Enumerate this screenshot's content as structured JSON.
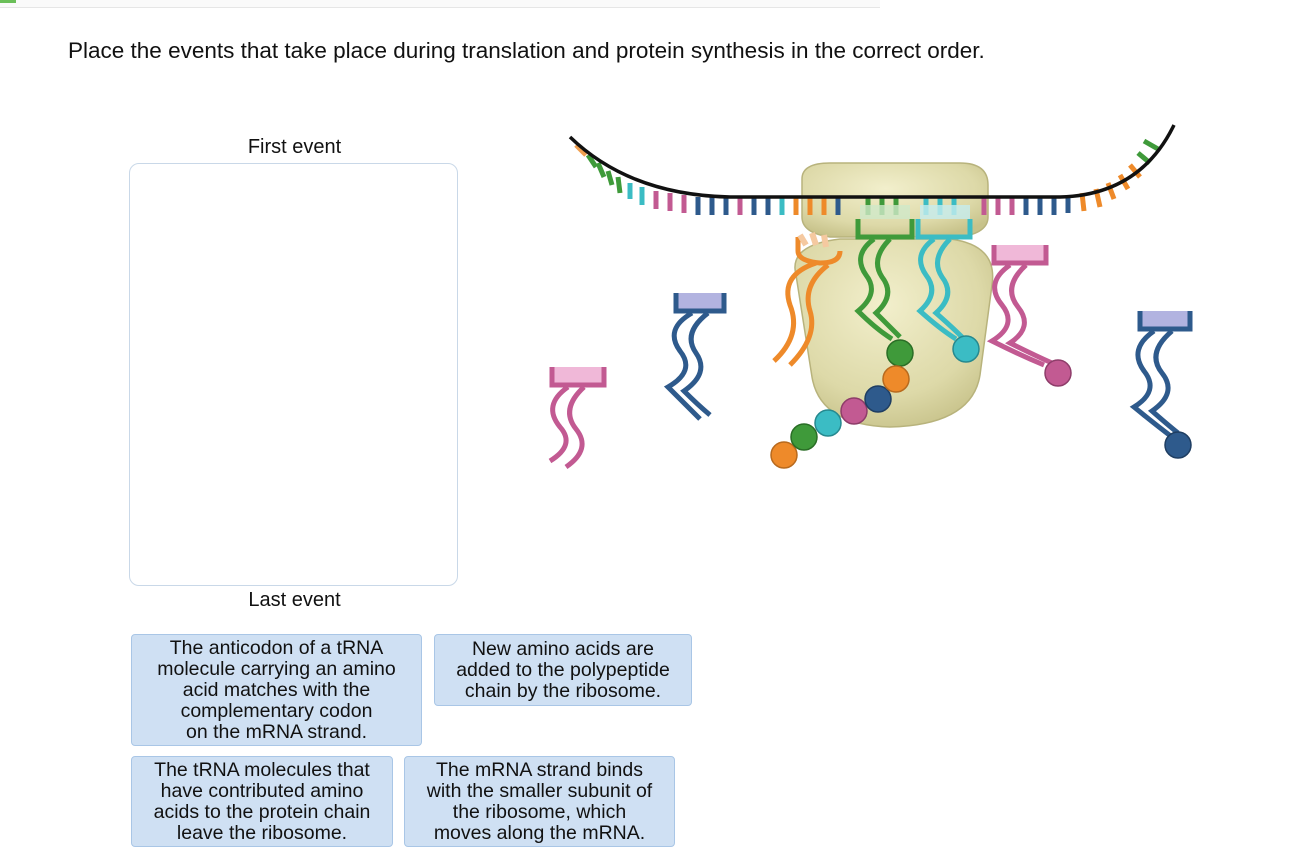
{
  "question": {
    "text": "Place the events that take place during translation and protein synthesis in the correct order."
  },
  "sequence": {
    "first_label": "First event",
    "last_label": "Last event"
  },
  "cards": [
    {
      "text": "The anticodon of a tRNA\nmolecule carrying an amino\nacid matches with the\ncomplementary codon\non the mRNA strand."
    },
    {
      "text": "New amino acids are\nadded to the polypeptide\nchain by the ribosome."
    },
    {
      "text": "The tRNA molecules that\nhave contributed amino\nacids to the protein chain\nleave the ribosome."
    },
    {
      "text": "The mRNA strand binds\nwith the smaller subunit of\nthe ribosome, which\nmoves along the mRNA."
    }
  ],
  "illustration": {
    "icon": "ribosome-translation-illustration",
    "colors": {
      "ribosome": "#ddd9a8",
      "green": "#3f9a3a",
      "orange": "#ee8a2a",
      "teal": "#3bbcc4",
      "pink": "#c25a92",
      "blue": "#2e5a8c",
      "lavender": "#b2b3e0"
    }
  }
}
